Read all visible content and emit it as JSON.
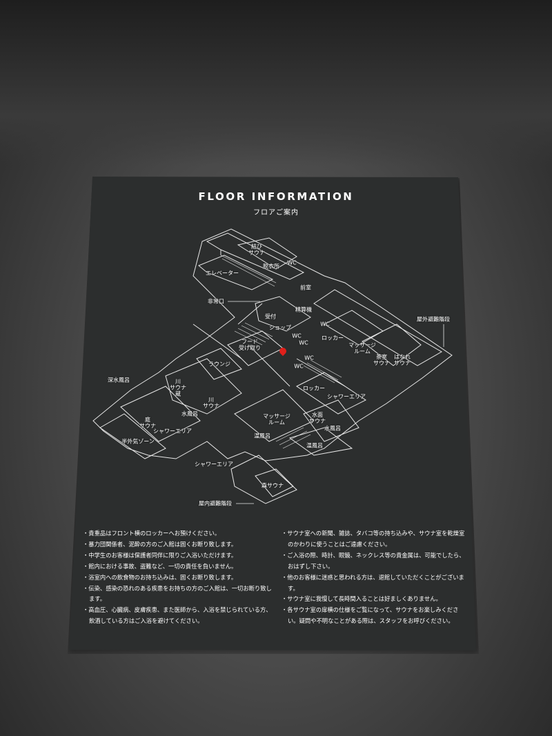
{
  "sign": {
    "title": "FLOOR INFORMATION",
    "subtitle": "フロアご案内",
    "current_location_color": "#e0201b",
    "map_labels": [
      {
        "id": "musubi-sauna",
        "text": "結び\nサウナ"
      },
      {
        "id": "dressing-room",
        "text": "脱衣所"
      },
      {
        "id": "wc-1",
        "text": "WC"
      },
      {
        "id": "elevator",
        "text": "エレベーター"
      },
      {
        "id": "anteroom",
        "text": "前室"
      },
      {
        "id": "emergency-exit",
        "text": "非常口"
      },
      {
        "id": "payment-machine",
        "text": "精算機"
      },
      {
        "id": "reception",
        "text": "受付"
      },
      {
        "id": "shop",
        "text": "ショップ"
      },
      {
        "id": "wc-2",
        "text": "WC"
      },
      {
        "id": "wc-3",
        "text": "WC"
      },
      {
        "id": "wc-4",
        "text": "WC"
      },
      {
        "id": "wc-5",
        "text": "WC"
      },
      {
        "id": "wc-6",
        "text": "WC"
      },
      {
        "id": "locker-1",
        "text": "ロッカー"
      },
      {
        "id": "massage-room-1",
        "text": "マッサージ\nルーム"
      },
      {
        "id": "chashitsu-sauna",
        "text": "茶室\nサウナ"
      },
      {
        "id": "hanare-sauna",
        "text": "はなれ\nサウナ"
      },
      {
        "id": "outdoor-stairs",
        "text": "屋外避難階段"
      },
      {
        "id": "food-pickup",
        "text": "フード\n受け取り"
      },
      {
        "id": "lounge",
        "text": "ラウンジ"
      },
      {
        "id": "deep-water-bath",
        "text": "深水風呂"
      },
      {
        "id": "kawa-sauna-kura",
        "text": "川\nサウナ\n蔵"
      },
      {
        "id": "kawa-sauna",
        "text": "川\nサウナ"
      },
      {
        "id": "cold-bath-1",
        "text": "水風呂"
      },
      {
        "id": "niwa-sauna",
        "text": "庭\nサウナ"
      },
      {
        "id": "shower-area-1",
        "text": "シャワーエリア"
      },
      {
        "id": "semi-outdoor-zone",
        "text": "半外気ゾーン"
      },
      {
        "id": "warm-bath-1",
        "text": "温風呂"
      },
      {
        "id": "locker-2",
        "text": "ロッカー"
      },
      {
        "id": "shower-area-2",
        "text": "シャワーエリア"
      },
      {
        "id": "massage-room-2",
        "text": "マッサージ\nルーム"
      },
      {
        "id": "suimen-sauna",
        "text": "水面\nサウナ"
      },
      {
        "id": "cold-bath-2",
        "text": "水風呂"
      },
      {
        "id": "warm-bath-2",
        "text": "温風呂"
      },
      {
        "id": "shower-area-3",
        "text": "シャワーエリア"
      },
      {
        "id": "mori-sauna",
        "text": "森サウナ"
      },
      {
        "id": "indoor-stairs",
        "text": "屋内避難階段"
      }
    ],
    "notes_left": [
      "・貴重品はフロント横のロッカーへお預けください。",
      "・暴力団関係者、泥酔の方のご入館は固くお断り致します。",
      "・中学生のお客様は保護者同伴に限りご入浴いただけます。",
      "・館内における事故、盗難など、一切の責任を負いません。",
      "・浴室内への飲食物のお持ち込みは、固くお断り致します。",
      "・伝染、感染の恐れのある疾患をお持ちの方のご入館は、一切お断り致します。",
      "・高血圧、心臓病、皮膚疾患、また医師から、入浴を禁じられている方、飲酒している方はご入浴を避けてください。"
    ],
    "notes_right": [
      "・サウナ室への新聞、雑誌、タバコ等の持ち込みや、サウナ室を乾燥室のかわりに使うことはご遠慮ください。",
      "・ご入浴の際、時計、眼鏡、ネックレス等の貴金属は、可能でしたら、おはずし下さい。",
      "・他のお客様に迷惑と思われる方は、退館していただくことがございます。",
      "・サウナ室に我慢して長時間入ることは好ましくありません。",
      "・各サウナ室の扉横の仕様をご覧になって、サウナをお楽しみください。疑問や不明なことがある際は、スタッフをお呼びください。"
    ]
  }
}
